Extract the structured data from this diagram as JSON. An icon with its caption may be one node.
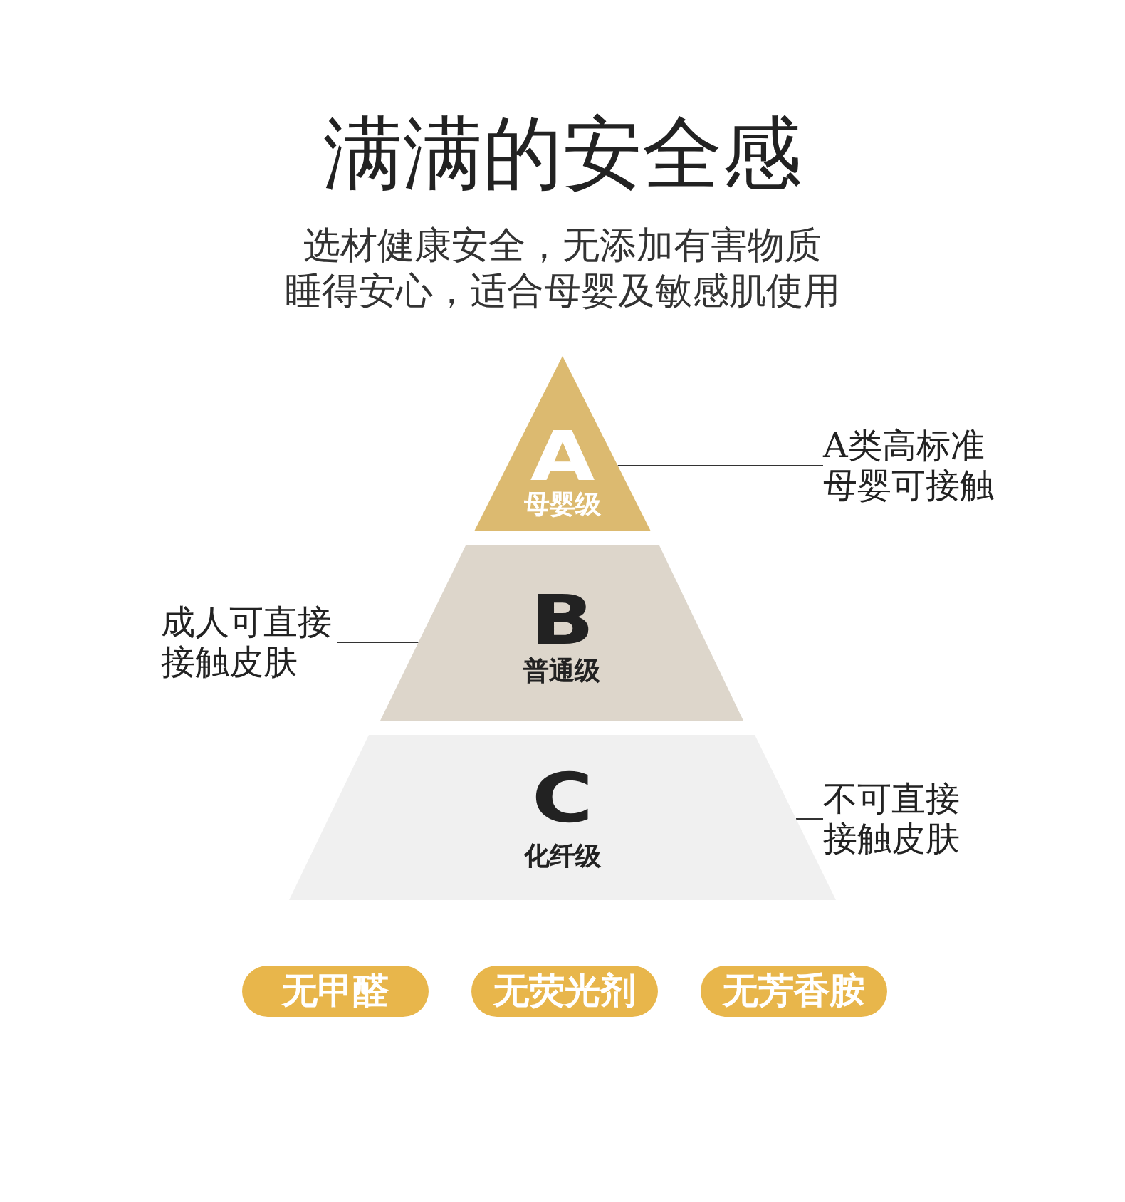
{
  "diagram": {
    "title": "满满的安全感",
    "nodes": [
      {
        "text": [
          "A",
          "母婴级"
        ]
      },
      {
        "text": [
          "A类高标准母婴可接触"
        ]
      },
      {
        "text": [
          "成人可直接接触皮肤"
        ]
      },
      {
        "text": [
          "B",
          "普通级"
        ]
      },
      {
        "text": [
          "C",
          "化纤级"
        ]
      },
      {
        "text": [
          "不可直接接触皮肤"
        ]
      },
      {
        "text": [
          "无甲醛"
        ]
      },
      {
        "text": [
          "无荧光剂"
        ]
      },
      {
        "text": [
          "无芳香胺"
        ]
      }
    ],
    "edges": [
      {
        "from": 1,
        "to": 0,
        "arrow": "none"
      },
      {
        "from": 2,
        "to": 3,
        "arrow": "none"
      },
      {
        "from": 5,
        "to": 4,
        "arrow": "none"
      }
    ],
    "labels": [
      "选材健康安全，无添加有害物质",
      "睡得安心，适合母婴及敏感肌使用"
    ]
  }
}
